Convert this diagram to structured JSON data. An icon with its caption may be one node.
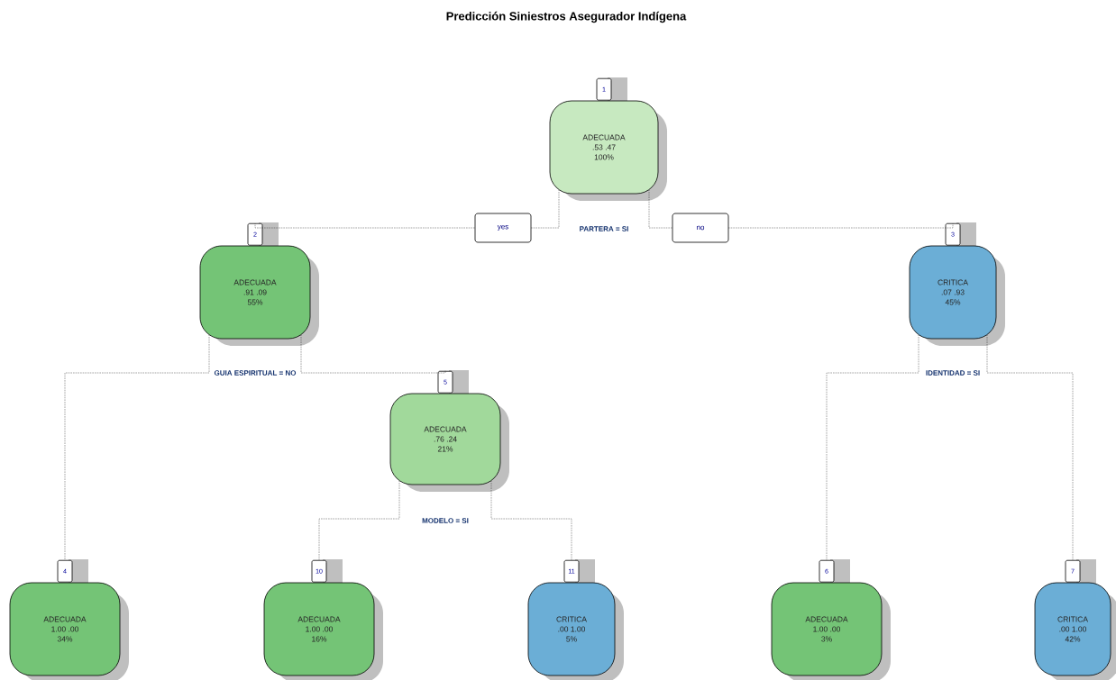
{
  "diagram": {
    "title": "Predicción Siniestros Asegurador Indígena",
    "nodes": [
      {
        "text": [
          "1",
          "ADECUADA",
          ".53 .47",
          "100%"
        ]
      },
      {
        "text": [
          "2",
          "ADECUADA",
          ".91 .09",
          "55%"
        ]
      },
      {
        "text": [
          "3",
          "CRITICA",
          ".07 .93",
          "45%"
        ]
      },
      {
        "text": [
          "5",
          "ADECUADA",
          ".76 .24",
          "21%"
        ]
      },
      {
        "text": [
          "4",
          "ADECUADA",
          "1.00 .00",
          "34%"
        ]
      },
      {
        "text": [
          "10",
          "ADECUADA",
          "1.00 .00",
          "16%"
        ]
      },
      {
        "text": [
          "11",
          "CRITICA",
          ".00 1.00",
          "5%"
        ]
      },
      {
        "text": [
          "6",
          "ADECUADA",
          "1.00 .00",
          "3%"
        ]
      },
      {
        "text": [
          "7",
          "CRITICA",
          ".00 1.00",
          "42%"
        ]
      }
    ],
    "edges": [
      {
        "from": 0,
        "to": 1,
        "arrow": "none",
        "label": "yes"
      },
      {
        "from": 0,
        "to": 2,
        "arrow": "none",
        "label": "no"
      },
      {
        "from": 1,
        "to": 4,
        "arrow": "none"
      },
      {
        "from": 1,
        "to": 3,
        "arrow": "none"
      },
      {
        "from": 3,
        "to": 5,
        "arrow": "none"
      },
      {
        "from": 3,
        "to": 6,
        "arrow": "none"
      },
      {
        "from": 2,
        "to": 7,
        "arrow": "none"
      },
      {
        "from": 2,
        "to": 8,
        "arrow": "none"
      }
    ],
    "labels": [
      "PARTERA = SI",
      "GUIA ESPIRITUAL = NO",
      "MODELO = SI",
      "IDENTIDAD = SI"
    ]
  }
}
